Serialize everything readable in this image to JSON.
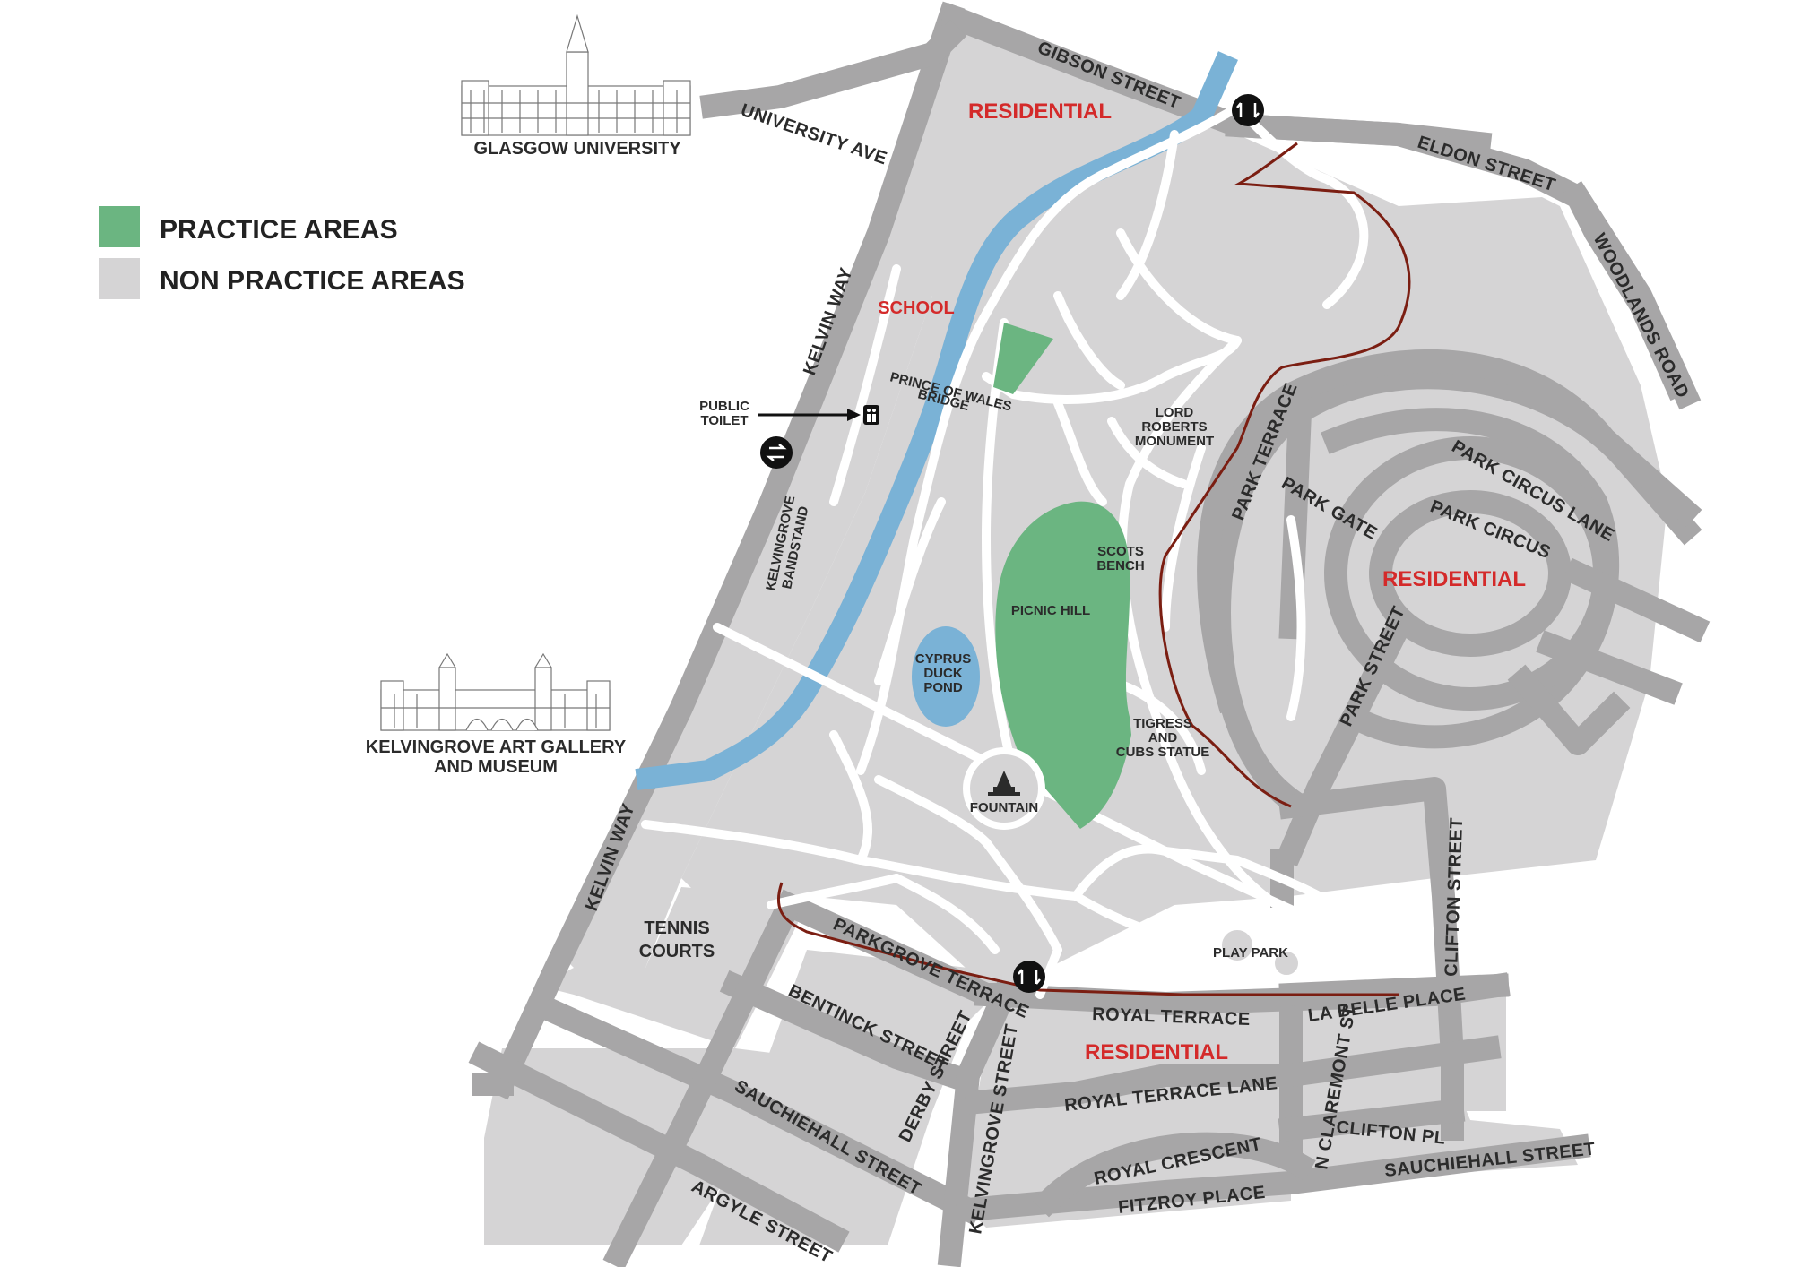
{
  "legend": {
    "practice_label": "PRACTICE AREAS",
    "practice_color": "#6bb581",
    "non_practice_label": "NON PRACTICE AREAS",
    "non_practice_color": "#d5d4d5"
  },
  "landmarks": {
    "glasgow_university": "GLASGOW UNIVERSITY",
    "kelvingrove_line1": "KELVINGROVE ART GALLERY",
    "kelvingrove_line2": "AND MUSEUM"
  },
  "streets": {
    "gibson": "GIBSON STREET",
    "university_ave": "UNIVERSITY AVE",
    "eldon": "ELDON STREET",
    "woodlands": "WOODLANDS ROAD",
    "kelvin_way_top": "KELVIN WAY",
    "kelvin_way_bottom": "KELVIN WAY",
    "park_terrace": "PARK TERRACE",
    "park_gate": "PARK GATE",
    "park_circus_lane": "PARK CIRCUS LANE",
    "park_circus": "PARK CIRCUS",
    "park_street": "PARK STREET",
    "clifton_street": "CLIFTON STREET",
    "parkgrove_terrace": "PARKGROVE TERRACE",
    "royal_terrace": "ROYAL TERRACE",
    "la_belle_place": "LA BELLE PLACE",
    "bentinck": "BENTINCK STREET",
    "derby": "DERBY STREET",
    "kelvingrove_street": "KELVINGROVE STREET",
    "n_claremont": "N CLAREMONT ST",
    "royal_terrace_lane": "ROYAL TERRACE LANE",
    "clifton_pl": "CLIFTON PL",
    "sauchiehall_left": "SAUCHIEHALL STREET",
    "sauchiehall_right": "SAUCHIEHALL STREET",
    "royal_crescent": "ROYAL CRESCENT",
    "fitzroy": "FITZROY PLACE",
    "argyle": "ARGYLE STREET"
  },
  "areas": {
    "residential_top": "RESIDENTIAL",
    "residential_right": "RESIDENTIAL",
    "residential_bottom": "RESIDENTIAL",
    "school": "SCHOOL",
    "tennis_1": "TENNIS",
    "tennis_2": "COURTS"
  },
  "features": {
    "public_toilet_1": "PUBLIC",
    "public_toilet_2": "TOILET",
    "prince_bridge_1": "PRINCE OF WALES",
    "prince_bridge_2": "BRIDGE",
    "lord_1": "LORD",
    "lord_2": "ROBERTS",
    "lord_3": "MONUMENT",
    "scots_1": "SCOTS",
    "scots_2": "BENCH",
    "picnic_hill": "PICNIC HILL",
    "cyprus_1": "CYPRUS",
    "cyprus_2": "DUCK",
    "cyprus_3": "POND",
    "tigress_1": "TIGRESS",
    "tigress_2": "AND",
    "tigress_3": "CUBS STATUE",
    "bandstand_1": "KELVINGROVE",
    "bandstand_2": "BANDSTAND",
    "fountain": "FOUNTAIN",
    "play_park": "PLAY PARK"
  },
  "colors": {
    "road": "#a7a6a7",
    "block": "#d5d4d5",
    "path": "#ffffff",
    "river": "#7ab2d6",
    "practice": "#6bb581",
    "boundary": "#7b1e12",
    "residential_text": "#d42a2a"
  },
  "icons": {
    "crossing": "two-way-arrows-icon",
    "toilet": "toilet-icon",
    "building": "building-sketch-icon",
    "fountain": "fountain-icon"
  }
}
